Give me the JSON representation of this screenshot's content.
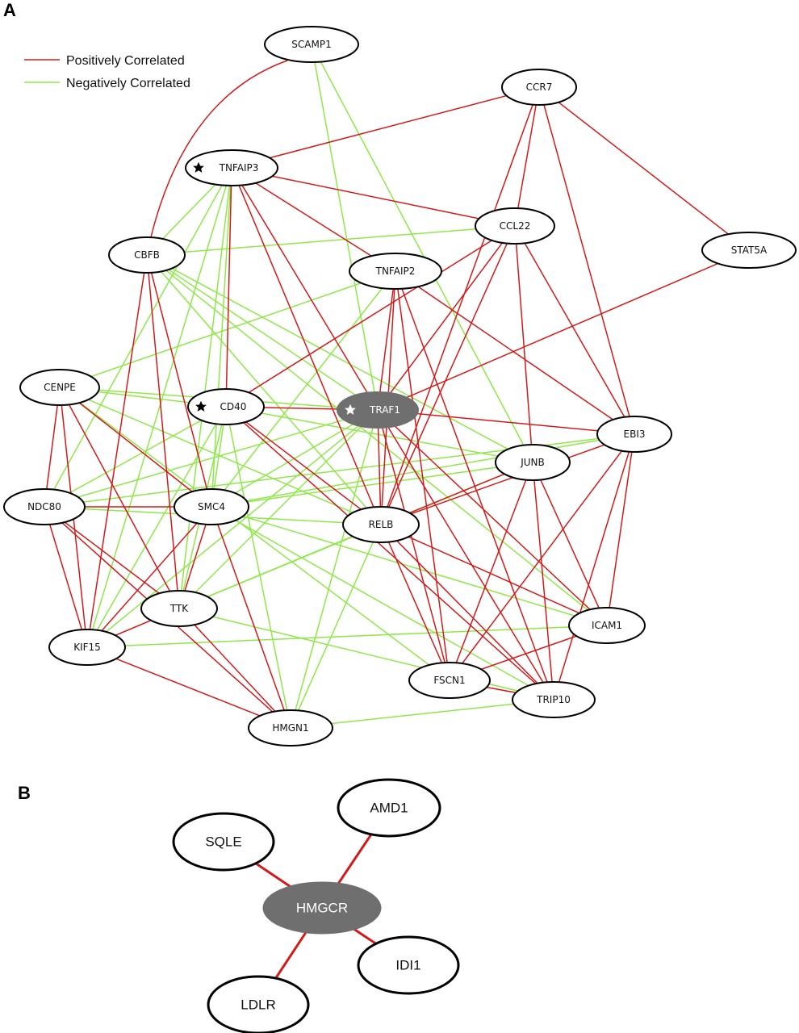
{
  "colors": {
    "positive": "#d11b1b",
    "negative": "#8fe84a",
    "hub_fill": "#6f6f6f",
    "node_stroke": "#000000"
  },
  "panel_a": {
    "letter": "A",
    "legend": [
      {
        "label": "Positively Correlated",
        "type": "positive"
      },
      {
        "label": "Negatively Correlated",
        "type": "negative"
      }
    ],
    "nodes": [
      {
        "id": "SCAMP1",
        "label": "SCAMP1"
      },
      {
        "id": "CCR7",
        "label": "CCR7"
      },
      {
        "id": "TNFAIP3",
        "label": "TNFAIP3",
        "star": true
      },
      {
        "id": "CCL22",
        "label": "CCL22"
      },
      {
        "id": "STAT5A",
        "label": "STAT5A"
      },
      {
        "id": "CBFB",
        "label": "CBFB"
      },
      {
        "id": "TNFAIP2",
        "label": "TNFAIP2"
      },
      {
        "id": "CENPE",
        "label": "CENPE"
      },
      {
        "id": "CD40",
        "label": "CD40",
        "star": true
      },
      {
        "id": "TRAF1",
        "label": "TRAF1",
        "star": true,
        "hub": true
      },
      {
        "id": "EBI3",
        "label": "EBI3"
      },
      {
        "id": "JUNB",
        "label": "JUNB"
      },
      {
        "id": "NDC80",
        "label": "NDC80"
      },
      {
        "id": "SMC4",
        "label": "SMC4"
      },
      {
        "id": "RELB",
        "label": "RELB"
      },
      {
        "id": "TTK",
        "label": "TTK"
      },
      {
        "id": "ICAM1",
        "label": "ICAM1"
      },
      {
        "id": "KIF15",
        "label": "KIF15"
      },
      {
        "id": "FSCN1",
        "label": "FSCN1"
      },
      {
        "id": "TRIP10",
        "label": "TRIP10"
      },
      {
        "id": "HMGN1",
        "label": "HMGN1"
      }
    ],
    "edges_positive": [
      [
        "SCAMP1",
        "CBFB"
      ],
      [
        "CCR7",
        "TNFAIP3"
      ],
      [
        "CCR7",
        "CCL22"
      ],
      [
        "CCR7",
        "STAT5A"
      ],
      [
        "CCR7",
        "EBI3"
      ],
      [
        "CCR7",
        "RELB"
      ],
      [
        "TNFAIP3",
        "CCL22"
      ],
      [
        "TNFAIP3",
        "TNFAIP2"
      ],
      [
        "TNFAIP3",
        "CD40"
      ],
      [
        "TNFAIP3",
        "TRAF1"
      ],
      [
        "TNFAIP3",
        "RELB"
      ],
      [
        "CCL22",
        "CD40"
      ],
      [
        "CCL22",
        "TRAF1"
      ],
      [
        "CCL22",
        "JUNB"
      ],
      [
        "CCL22",
        "EBI3"
      ],
      [
        "CCL22",
        "RELB"
      ],
      [
        "STAT5A",
        "TRAF1"
      ],
      [
        "CBFB",
        "SMC4"
      ],
      [
        "CBFB",
        "TTK"
      ],
      [
        "CBFB",
        "KIF15"
      ],
      [
        "TNFAIP2",
        "TRAF1"
      ],
      [
        "TNFAIP2",
        "EBI3"
      ],
      [
        "TNFAIP2",
        "RELB"
      ],
      [
        "TNFAIP2",
        "FSCN1"
      ],
      [
        "TNFAIP2",
        "TRIP10"
      ],
      [
        "CENPE",
        "NDC80"
      ],
      [
        "CENPE",
        "SMC4"
      ],
      [
        "CENPE",
        "TTK"
      ],
      [
        "CENPE",
        "KIF15"
      ],
      [
        "CD40",
        "TRAF1"
      ],
      [
        "CD40",
        "RELB"
      ],
      [
        "CD40",
        "TRIP10"
      ],
      [
        "TRAF1",
        "EBI3"
      ],
      [
        "TRAF1",
        "RELB"
      ],
      [
        "TRAF1",
        "ICAM1"
      ],
      [
        "TRAF1",
        "FSCN1"
      ],
      [
        "TRAF1",
        "TRIP10"
      ],
      [
        "EBI3",
        "RELB"
      ],
      [
        "EBI3",
        "ICAM1"
      ],
      [
        "EBI3",
        "FSCN1"
      ],
      [
        "EBI3",
        "TRIP10"
      ],
      [
        "JUNB",
        "RELB"
      ],
      [
        "JUNB",
        "FSCN1"
      ],
      [
        "JUNB",
        "TRIP10"
      ],
      [
        "JUNB",
        "ICAM1"
      ],
      [
        "NDC80",
        "SMC4"
      ],
      [
        "NDC80",
        "KIF15"
      ],
      [
        "NDC80",
        "TTK"
      ],
      [
        "NDC80",
        "HMGN1"
      ],
      [
        "SMC4",
        "TTK"
      ],
      [
        "SMC4",
        "KIF15"
      ],
      [
        "SMC4",
        "HMGN1"
      ],
      [
        "RELB",
        "ICAM1"
      ],
      [
        "RELB",
        "TRIP10"
      ],
      [
        "RELB",
        "FSCN1"
      ],
      [
        "TTK",
        "KIF15"
      ],
      [
        "TTK",
        "HMGN1"
      ],
      [
        "ICAM1",
        "FSCN1"
      ],
      [
        "KIF15",
        "HMGN1"
      ],
      [
        "FSCN1",
        "TRIP10"
      ]
    ],
    "edges_negative": [
      [
        "SCAMP1",
        "TRAF1"
      ],
      [
        "SCAMP1",
        "JUNB"
      ],
      [
        "TNFAIP3",
        "CBFB"
      ],
      [
        "TNFAIP3",
        "NDC80"
      ],
      [
        "TNFAIP3",
        "SMC4"
      ],
      [
        "TNFAIP3",
        "TTK"
      ],
      [
        "TNFAIP3",
        "KIF15"
      ],
      [
        "CCL22",
        "CBFB"
      ],
      [
        "CBFB",
        "TRAF1"
      ],
      [
        "CBFB",
        "JUNB"
      ],
      [
        "CBFB",
        "RELB"
      ],
      [
        "CBFB",
        "ICAM1"
      ],
      [
        "TNFAIP2",
        "CENPE"
      ],
      [
        "TNFAIP2",
        "SMC4"
      ],
      [
        "CENPE",
        "CD40"
      ],
      [
        "CENPE",
        "TRAF1"
      ],
      [
        "CENPE",
        "RELB"
      ],
      [
        "CENPE",
        "FSCN1"
      ],
      [
        "CD40",
        "NDC80"
      ],
      [
        "CD40",
        "SMC4"
      ],
      [
        "CD40",
        "TTK"
      ],
      [
        "CD40",
        "KIF15"
      ],
      [
        "CD40",
        "HMGN1"
      ],
      [
        "CD40",
        "JUNB"
      ],
      [
        "TRAF1",
        "SMC4"
      ],
      [
        "TRAF1",
        "TTK"
      ],
      [
        "TRAF1",
        "KIF15"
      ],
      [
        "TRAF1",
        "HMGN1"
      ],
      [
        "TRAF1",
        "NDC80"
      ],
      [
        "EBI3",
        "NDC80"
      ],
      [
        "EBI3",
        "SMC4"
      ],
      [
        "JUNB",
        "SMC4"
      ],
      [
        "JUNB",
        "TTK"
      ],
      [
        "NDC80",
        "RELB"
      ],
      [
        "SMC4",
        "ICAM1"
      ],
      [
        "SMC4",
        "TRIP10"
      ],
      [
        "RELB",
        "TTK"
      ],
      [
        "RELB",
        "HMGN1"
      ],
      [
        "TTK",
        "TRIP10"
      ],
      [
        "ICAM1",
        "KIF15"
      ],
      [
        "HMGN1",
        "TRIP10"
      ]
    ]
  },
  "panel_b": {
    "letter": "B",
    "hub": "HMGCR",
    "nodes": [
      {
        "id": "HMGCR",
        "label": "HMGCR",
        "hub": true
      },
      {
        "id": "AMD1",
        "label": "AMD1"
      },
      {
        "id": "SQLE",
        "label": "SQLE"
      },
      {
        "id": "IDI1",
        "label": "IDI1"
      },
      {
        "id": "LDLR",
        "label": "LDLR"
      }
    ],
    "edges_positive": [
      [
        "HMGCR",
        "AMD1"
      ],
      [
        "HMGCR",
        "SQLE"
      ],
      [
        "HMGCR",
        "IDI1"
      ],
      [
        "HMGCR",
        "LDLR"
      ]
    ]
  }
}
